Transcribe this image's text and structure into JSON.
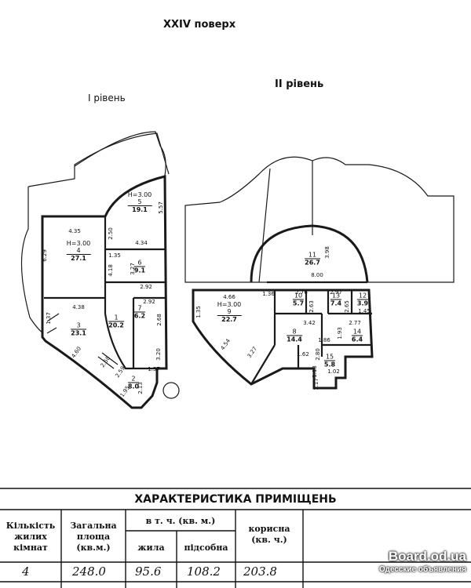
{
  "floor_title": "XXIV поверх",
  "level_1_label": "I рівень",
  "level_2_label": "II рівень",
  "level_1": {
    "rooms": [
      {
        "n": "5",
        "area": "19.1",
        "h": "H=3.00"
      },
      {
        "n": "4",
        "area": "27.1",
        "h": "H=3.00"
      },
      {
        "n": "6",
        "area": "9.1"
      },
      {
        "n": "7",
        "area": "6.2"
      },
      {
        "n": "1",
        "area": "20.2"
      },
      {
        "n": "3",
        "area": "23.1"
      },
      {
        "n": "2",
        "area": "8.0"
      }
    ],
    "dims": [
      "4.35",
      "6.29",
      "2.50",
      "5.57",
      "4.34",
      "1.35",
      "3.27",
      "4.18",
      "2.92",
      "2.92",
      "2.68",
      "4.38",
      "1.37",
      "4.60",
      "2.58",
      "2.59",
      "3.20",
      "1.57",
      "2.13",
      "1.95"
    ]
  },
  "level_2": {
    "rooms": [
      {
        "n": "11",
        "area": "26.7"
      },
      {
        "n": "9",
        "area": "22.7",
        "h": "H=3.00"
      },
      {
        "n": "10",
        "area": "5.7"
      },
      {
        "n": "13",
        "area": "7.4"
      },
      {
        "n": "12",
        "area": "3.9"
      },
      {
        "n": "8",
        "area": "14.4"
      },
      {
        "n": "14",
        "area": "6.4"
      },
      {
        "n": "15",
        "area": "5.8"
      }
    ],
    "dims": [
      "3.98",
      "8.00",
      "4.66",
      "1.36",
      "2.76",
      "2.97",
      "1.35",
      "2.63",
      "2.65",
      "1.45",
      "3.42",
      "2.77",
      "4.54",
      "3.27",
      "1.93",
      "1.86",
      "2.80",
      "1.62",
      "1.02",
      "1.13",
      "1.17"
    ]
  },
  "table": {
    "title": "ХАРАКТЕРИСТИКА ПРИМІЩЕНЬ",
    "col_rooms": "Кількість жилих кімнат",
    "col_total": "Загальна площа (кв.м.)",
    "col_incl": "в т. ч. (кв. м.)",
    "col_living": "жила",
    "col_aux": "підсобна",
    "col_useful": "корисна (кв. ч.)",
    "row": {
      "rooms": "4",
      "total": "248.0",
      "living": "95.6",
      "aux": "108.2",
      "useful": "203.8"
    }
  },
  "watermark": {
    "site": "Board.od.ua",
    "subtitle": "Одесские объявления"
  }
}
